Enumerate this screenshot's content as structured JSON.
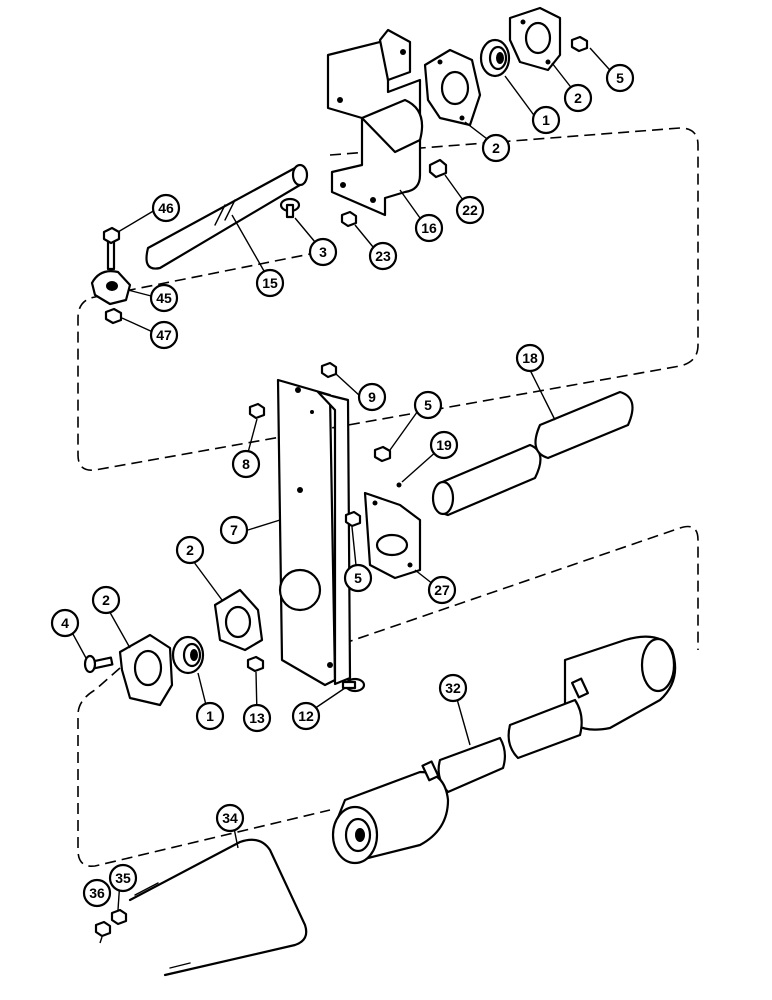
{
  "callouts": [
    {
      "id": "c1a",
      "label": "1"
    },
    {
      "id": "c2a",
      "label": "2"
    },
    {
      "id": "c2b",
      "label": "2"
    },
    {
      "id": "c5a",
      "label": "5"
    },
    {
      "id": "c22",
      "label": "22"
    },
    {
      "id": "c16",
      "label": "16"
    },
    {
      "id": "c23",
      "label": "23"
    },
    {
      "id": "c3",
      "label": "3"
    },
    {
      "id": "c46",
      "label": "46"
    },
    {
      "id": "c15",
      "label": "15"
    },
    {
      "id": "c45",
      "label": "45"
    },
    {
      "id": "c47",
      "label": "47"
    },
    {
      "id": "c18",
      "label": "18"
    },
    {
      "id": "c9",
      "label": "9"
    },
    {
      "id": "c5b",
      "label": "5"
    },
    {
      "id": "c19",
      "label": "19"
    },
    {
      "id": "c8",
      "label": "8"
    },
    {
      "id": "c7",
      "label": "7"
    },
    {
      "id": "c2c",
      "label": "2"
    },
    {
      "id": "c2d",
      "label": "2"
    },
    {
      "id": "c5c",
      "label": "5"
    },
    {
      "id": "c27",
      "label": "27"
    },
    {
      "id": "c4",
      "label": "4"
    },
    {
      "id": "c1b",
      "label": "1"
    },
    {
      "id": "c13",
      "label": "13"
    },
    {
      "id": "c12",
      "label": "12"
    },
    {
      "id": "c32",
      "label": "32"
    },
    {
      "id": "c34",
      "label": "34"
    },
    {
      "id": "c36",
      "label": "36"
    },
    {
      "id": "c35",
      "label": "35"
    }
  ]
}
